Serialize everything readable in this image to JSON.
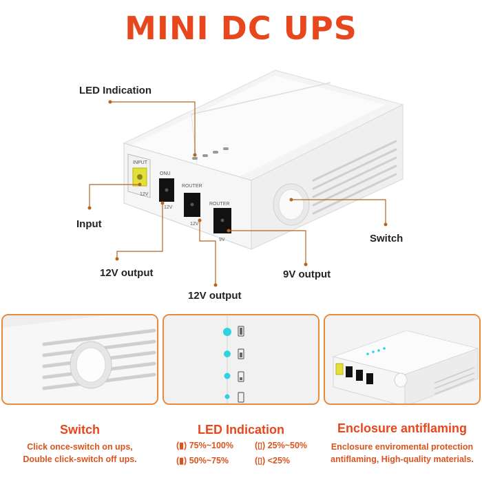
{
  "title": "MINI DC UPS",
  "callouts": {
    "led_indication": "LED Indication",
    "input": "Input",
    "switch": "Switch",
    "output_12v_a": "12V output",
    "output_12v_b": "12V output",
    "output_9v": "9V output"
  },
  "ports": {
    "input_label": "INPUT",
    "input_voltage": "12V",
    "onu_label": "ONU",
    "onu_voltage": "12V",
    "router1_label": "ROUTER",
    "router1_voltage": "12V",
    "router2_label": "ROUTER",
    "router2_voltage": "9V"
  },
  "features": [
    {
      "title": "Switch",
      "lines": [
        "Click once-switch on ups,",
        "Double click-switch off ups."
      ]
    },
    {
      "title": "LED Indication",
      "legend": [
        "75%~100%",
        "25%~50%",
        "50%~75%",
        "<25%"
      ]
    },
    {
      "title": "Enclosure antiflaming",
      "lines": [
        "Enclosure enviromental protection",
        "antiflaming, High-quality materials."
      ]
    }
  ],
  "colors": {
    "accent": "#e8461c",
    "caption_text": "#d9531e",
    "panel_border": "#e88a3c",
    "led": "#2fd3e0",
    "input_port": "#e4e03a"
  }
}
